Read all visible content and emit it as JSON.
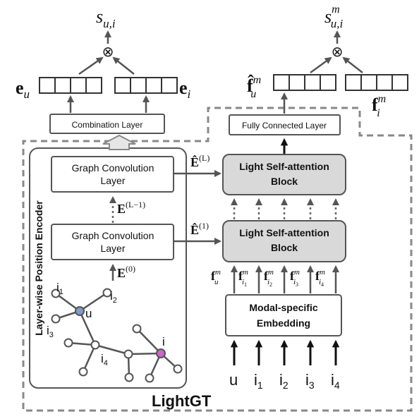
{
  "colors": {
    "line": "#555555",
    "shaded_block": "#d9d9d9",
    "node_u": "#7f9ccc",
    "node_i": "#cc66cc",
    "dashed_border": "#888888"
  },
  "lightgt_label": "LightGT",
  "encoder_label": "Layer-wise Position Encoder",
  "gcn_top": {
    "line1": "Graph Convolution",
    "line2": "Layer"
  },
  "gcn_bottom": {
    "line1": "Graph Convolution",
    "line2": "Layer"
  },
  "combination_layer": "Combination Layer",
  "fully_connected_layer": "Fully Connected Layer",
  "sa_top": {
    "line1": "Light Self-attention",
    "line2": "Block"
  },
  "sa_bottom": {
    "line1": "Light Self-attention",
    "line2": "Block"
  },
  "modal_embedding": {
    "line1": "Modal-specific",
    "line2": "Embedding"
  },
  "labels": {
    "E0": {
      "base": "E",
      "sup": "(0)"
    },
    "E_L_minus_1": {
      "base": "E",
      "sup": "(L−1)"
    },
    "Ehat_L": {
      "base": "Ê",
      "sup": "(L)"
    },
    "Ehat_1": {
      "base": "Ê",
      "sup": "(1)"
    },
    "e_u": {
      "base": "e",
      "sub": "u"
    },
    "e_i": {
      "base": "e",
      "sub": "i"
    },
    "s_ui": {
      "base": "s",
      "sub": "u,i"
    },
    "s_ui_m": {
      "base": "s",
      "sup": "m",
      "sub": "u,i"
    },
    "fhat_u_m": {
      "base": "f̂",
      "sup": "m",
      "sub": "u"
    },
    "f_i_m": {
      "base": "f",
      "sup": "m",
      "sub": "i"
    }
  },
  "feature_labels": [
    {
      "base": "f",
      "sup": "m",
      "sub": "u",
      "subsub": ""
    },
    {
      "base": "f",
      "sup": "m",
      "sub": "i",
      "subsub": "1"
    },
    {
      "base": "f",
      "sup": "m",
      "sub": "i",
      "subsub": "2"
    },
    {
      "base": "f",
      "sup": "m",
      "sub": "i",
      "subsub": "3"
    },
    {
      "base": "f",
      "sup": "m",
      "sub": "i",
      "subsub": "4"
    }
  ],
  "inputs": [
    {
      "base": "u",
      "sub": ""
    },
    {
      "base": "i",
      "sub": "1"
    },
    {
      "base": "i",
      "sub": "2"
    },
    {
      "base": "i",
      "sub": "3"
    },
    {
      "base": "i",
      "sub": "4"
    }
  ],
  "graph_labels": {
    "u": "u",
    "i": "i",
    "i1": {
      "base": "i",
      "sub": "1"
    },
    "i2": {
      "base": "i",
      "sub": "2"
    },
    "i3": {
      "base": "i",
      "sub": "3"
    },
    "i4": {
      "base": "i",
      "sub": "4"
    }
  },
  "product_symbol": "⊗"
}
